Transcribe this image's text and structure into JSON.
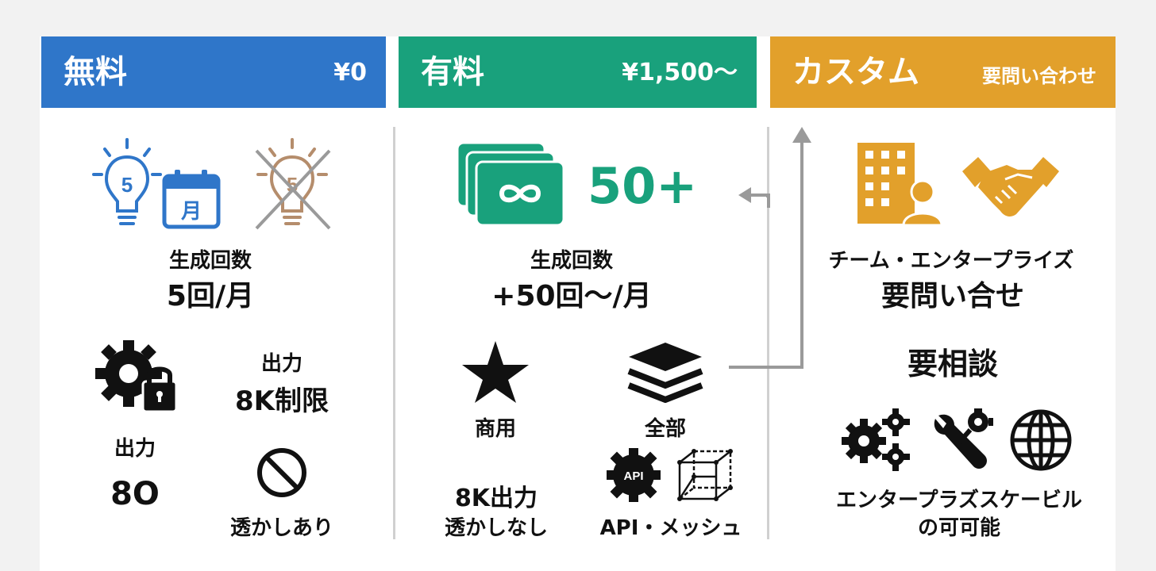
{
  "plans": [
    {
      "name": "無料",
      "price": "¥0",
      "color": "#2f76c9",
      "icons": [
        "lightbulb-5-icon",
        "calendar-month-icon",
        "lightbulb-crossed-icon",
        "gear-lock-icon",
        "prohibited-icon"
      ],
      "icon_texts": {
        "bulb_number": "5",
        "calendar_label": "月",
        "crossed_bulb_number": "5"
      },
      "generations_label": "生成回数",
      "generations_value": "5回/月",
      "output_limit_label": "出力",
      "output_limit_value": "8K制限",
      "output_label": "出力",
      "output_value": "8O",
      "watermark": "透かしあり"
    },
    {
      "name": "有料",
      "price": "¥1,500〜",
      "color": "#19a17c",
      "icons": [
        "infinity-cards-icon",
        "star-icon",
        "layers-icon",
        "api-gear-icon",
        "cube-mesh-icon"
      ],
      "icon_texts": {
        "api_label": "API"
      },
      "big_number": "50+",
      "generations_label": "生成回数",
      "generations_value": "+50回〜/月",
      "commercial": "商用",
      "all": "全部",
      "output_line1": "8K出力",
      "output_line2": "透かしなし",
      "api_mesh": "API・メッシュ"
    },
    {
      "name": "カスタム",
      "price": "要問い合わせ",
      "color": "#e2a02b",
      "icons": [
        "office-building-icon",
        "handshake-icon",
        "gears-icon",
        "tools-icon",
        "globe-icon"
      ],
      "team_label": "チーム・エンタープライズ",
      "contact": "要問い合せ",
      "consult": "要相談",
      "scale_line1": "エンタープラズスケービル",
      "scale_line2": "の可可能"
    }
  ]
}
